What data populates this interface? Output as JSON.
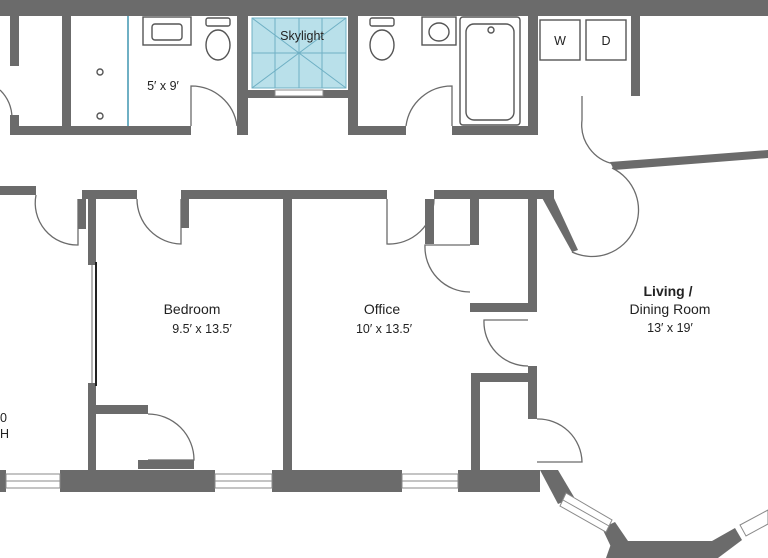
{
  "colors": {
    "wall": "#6b6b6b",
    "door_line": "#6b6b6b",
    "skylight_fill": "#b9e0ea",
    "skylight_line": "#6fb0c4",
    "fixture_line": "#555555",
    "window_line": "#8a8a8a"
  },
  "rooms": {
    "skylight": {
      "name": "Skylight"
    },
    "bath": {
      "dims": "5′ x 9′"
    },
    "bedroom": {
      "name": "Bedroom",
      "dims": "9.5′ x 13.5′"
    },
    "office": {
      "name": "Office",
      "dims": "10′ x 13.5′"
    },
    "living": {
      "name_line1": "Living /",
      "name_line2": "Dining Room",
      "dims": "13′ x 19′"
    }
  },
  "appliances": {
    "washer": "W",
    "dryer": "D"
  },
  "cutoff": {
    "line1": "0",
    "line2": "H"
  }
}
